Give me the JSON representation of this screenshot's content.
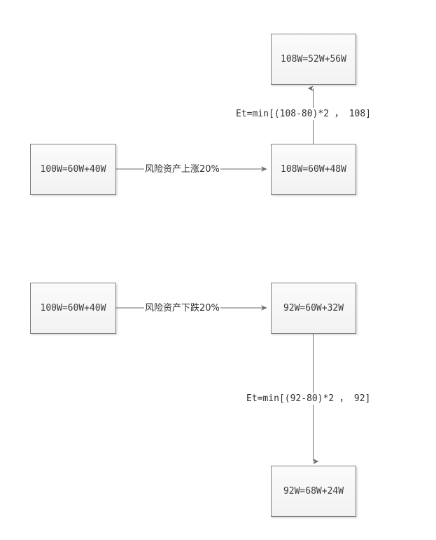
{
  "diagram": {
    "type": "flowchart",
    "title": "CPPI portfolio rebalancing flow",
    "background_color": "#ffffff",
    "node_fill_color": "#f4f4f4",
    "node_border_color": "#7f7f7f",
    "edge_color": "#6e6e6e",
    "text_color": "#3a3a3a"
  },
  "nodes": {
    "upper_start": {
      "label": "100W=60W+40W"
    },
    "upper_after_move": {
      "label": "108W=60W+48W"
    },
    "upper_rebalanced": {
      "label": "108W=52W+56W"
    },
    "lower_start": {
      "label": "100W=60W+40W"
    },
    "lower_after_move": {
      "label": "92W=60W+32W"
    },
    "lower_rebalanced": {
      "label": "92W=68W+24W"
    }
  },
  "edges": {
    "upper_move": {
      "label": "风险资产上涨20%",
      "direction": "right"
    },
    "upper_rebalance": {
      "label": "Et=min[(108-80)*2 ， 108]",
      "direction": "up"
    },
    "lower_move": {
      "label": "风险资产下跌20%",
      "direction": "right"
    },
    "lower_rebalance": {
      "label": "Et=min[(92-80)*2 ， 92]",
      "direction": "down"
    }
  }
}
